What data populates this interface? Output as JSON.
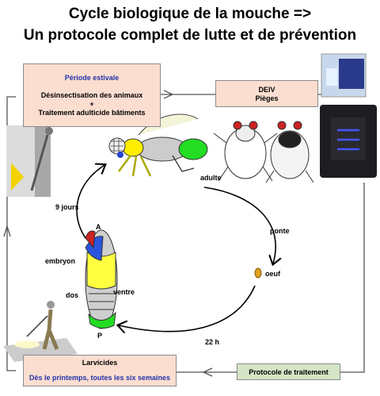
{
  "title": {
    "line1": "Cycle biologique de la mouche =>",
    "line2": "Un protocole complet de lutte et de prévention"
  },
  "boxes": {
    "summer": {
      "heading": "Période estivale",
      "line1": "Désinsectisation des animaux",
      "line2": "+",
      "line3": "Traitement adulticide bâtiments"
    },
    "deiv": {
      "line1": "DEIV",
      "line2": "Pièges"
    },
    "larvicides": {
      "heading": "Larvicides",
      "sub": "Dès le printemps, toutes les six semaines"
    },
    "protocol": {
      "label": "Protocole de traitement"
    }
  },
  "cycle": {
    "adulte": "adulte",
    "ponte": "ponte",
    "oeuf": "oeuf",
    "duration_22h": "22 h",
    "duration_9j": "9 jours"
  },
  "pupa": {
    "a": "A",
    "p": "P",
    "embryon": "embryon",
    "dos": "dos",
    "ventre": "ventre"
  },
  "colors": {
    "box_fill": "#fcded0",
    "box_blue_text": "#2233aa",
    "protocol_fill": "#d4e6c6",
    "fly_green": "#22dd22",
    "fly_yellow": "#eeee22",
    "egg": "#e0a020"
  }
}
